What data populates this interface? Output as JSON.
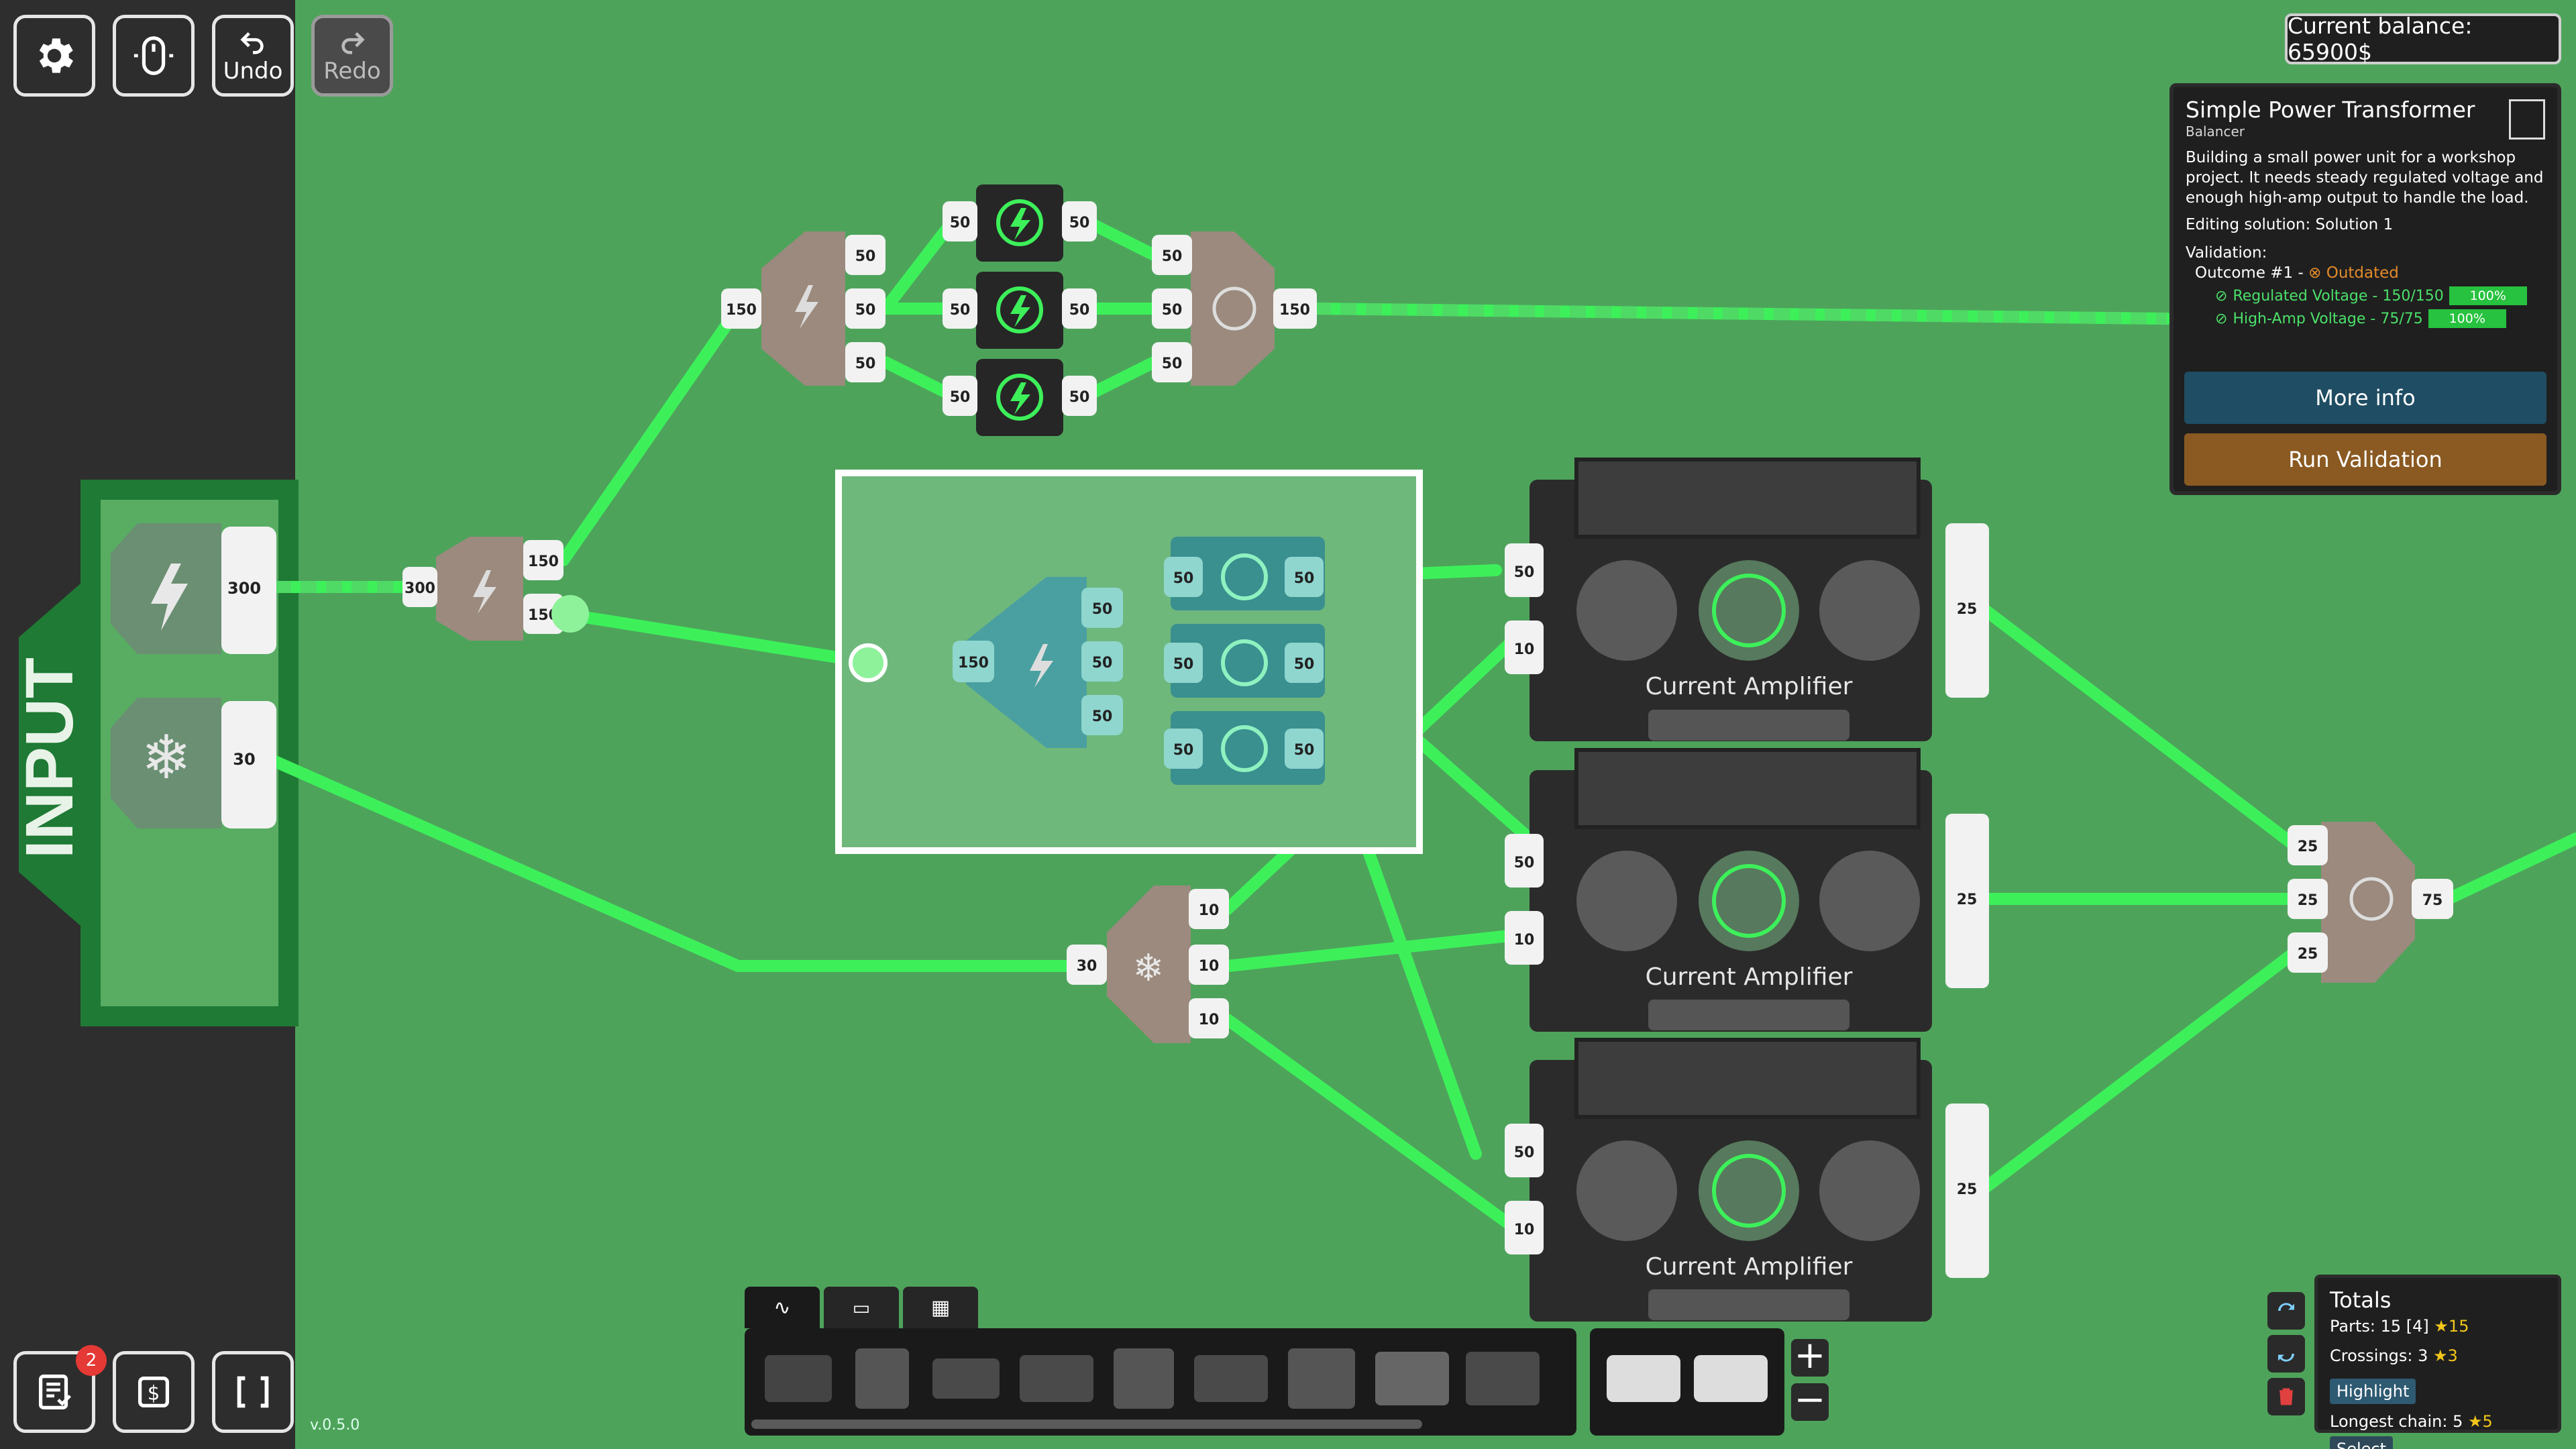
{
  "toolbar": {
    "undo_label": "Undo",
    "redo_label": "Redo"
  },
  "balance": {
    "text": "Current balance: 65900$"
  },
  "input": {
    "label": "INPUT",
    "power_value": "300",
    "cold_value": "30"
  },
  "nodes": {
    "splitter_main": {
      "in": "300",
      "out1": "150",
      "out2": "150"
    },
    "splitter_top": {
      "in": "150",
      "o1": "50",
      "o2": "50",
      "o3": "50"
    },
    "reg_top": [
      {
        "in": "50",
        "out": "50"
      },
      {
        "in": "50",
        "out": "50"
      },
      {
        "in": "50",
        "out": "50"
      }
    ],
    "merge_top": {
      "i1": "50",
      "i2": "50",
      "i3": "50",
      "out": "150"
    },
    "splitter_sel": {
      "in": "150",
      "o1": "50",
      "o2": "50",
      "o3": "50"
    },
    "reg_sel": [
      {
        "in": "50",
        "out": "50"
      },
      {
        "in": "50",
        "out": "50"
      },
      {
        "in": "50",
        "out": "50"
      }
    ],
    "cold_split": {
      "in": "30",
      "o1": "10",
      "o2": "10",
      "o3": "10"
    },
    "amplifiers": [
      {
        "name": "Current Amplifier",
        "in_power": "50",
        "in_cold": "10",
        "out": "25"
      },
      {
        "name": "Current Amplifier",
        "in_power": "50",
        "in_cold": "10",
        "out": "25"
      },
      {
        "name": "Current Amplifier",
        "in_power": "50",
        "in_cold": "10",
        "out": "25"
      }
    ],
    "merge_right": {
      "i1": "25",
      "i2": "25",
      "i3": "25",
      "out": "75"
    }
  },
  "panel": {
    "title": "Simple Power Transformer",
    "subtitle": "Balancer",
    "description": "Building a small power unit for a workshop project. It needs steady regulated voltage and enough high-amp output to handle the load.",
    "editing": "Editing solution: Solution 1",
    "validation_label": "Validation:",
    "outcome": "Outcome #1 -",
    "outcome_status": "Outdated",
    "checks": [
      {
        "label": "Regulated Voltage - 150/150",
        "pct": "100%"
      },
      {
        "label": "High-Amp Voltage - 75/75",
        "pct": "100%"
      }
    ],
    "more_info": "More info",
    "run_validation": "Run Validation",
    "accent": "#1f4d63",
    "run_color": "#8a5a22"
  },
  "totals": {
    "title": "Totals",
    "parts": "Parts: 15 [4]",
    "parts_star": "★15",
    "crossings": "Crossings: 3",
    "crossings_star": "★3",
    "highlight": "Highlight",
    "chain": "Longest chain: 5",
    "chain_star": "★5",
    "select": "Select"
  },
  "notifications": {
    "badge": "2"
  },
  "version": "v.0.5.0",
  "colors": {
    "board": "#4ea35b",
    "wire": "#3df05a",
    "panel": "#1f1f1f"
  }
}
